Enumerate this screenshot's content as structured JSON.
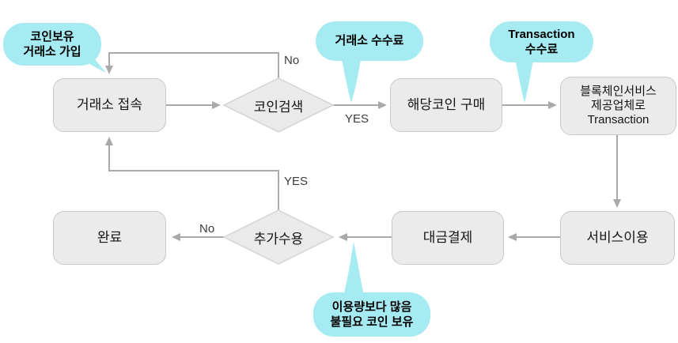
{
  "diagram": {
    "title_implicit": "",
    "nodes": {
      "exchange_access": "거래소 접속",
      "coin_search": "코인검색",
      "buy_coin": "해당코인 구매",
      "blockchain_tx": "블록체인서비스\n제공업체로\nTransaction",
      "service_use": "서비스이용",
      "payment": "대금결제",
      "additional_accept": "추가수용",
      "complete": "완료"
    },
    "edge_labels": {
      "search_no": "No",
      "search_yes": "YES",
      "accept_yes": "YES",
      "accept_no": "No"
    },
    "callouts": {
      "coin_hold_signup": "코인보유\n거래소 가입",
      "exchange_fee": "거래소 수수료",
      "transaction_fee": "Transaction\n수수료",
      "excess_coin": "이용량보다 많음\n불필요 코인 보유"
    },
    "colors": {
      "callout_fill": "#a6ebf2",
      "node_fill": "#ebebeb",
      "node_border": "#c9c9c9",
      "diamond_fill": "#eaeaea",
      "diamond_border": "#d4d4d4",
      "connector": "#a9a9a9",
      "text": "#151515"
    }
  }
}
